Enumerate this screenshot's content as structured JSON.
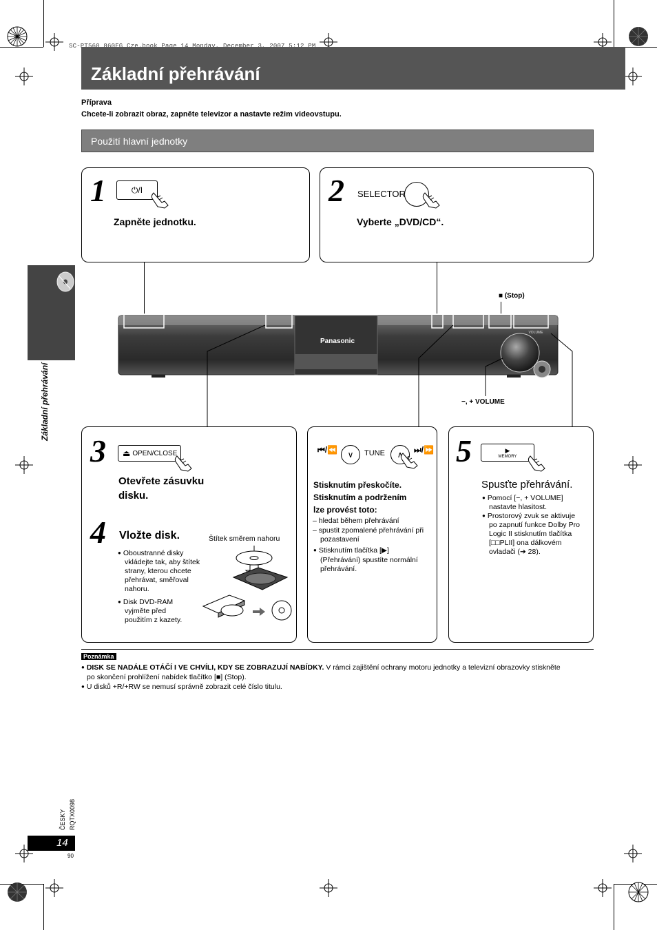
{
  "file_header": "SC-PT560_860EG_Cze.book  Page 14  Monday, December 3, 2007  5:12 PM",
  "title": "Základní přehrávání",
  "preparation": {
    "label": "Příprava",
    "text": "Chcete-li zobrazit obraz, zapněte televizor a nastavte režim videovstupu."
  },
  "section_title": "Použití hlavní jednotky",
  "side_label": "Základní přehrávání",
  "steps": {
    "s1": {
      "num": "1",
      "button": "⏻/I",
      "instruction": "Zapněte jednotku."
    },
    "s2": {
      "num": "2",
      "button": "SELECTOR",
      "instruction": "Vyberte „DVD/CD“."
    },
    "s3": {
      "num": "3",
      "button": "OPEN/CLOSE",
      "instruction_line1": "Otevřete zásuvku",
      "instruction_line2": "disku."
    },
    "s4": {
      "num": "4",
      "instruction": "Vložte disk.",
      "label_side": "Štítek směrem nahoru",
      "bullet1": [
        "Oboustranné disky",
        "vkládejte tak, aby štítek",
        "strany, kterou chcete",
        "přehrávat, směřoval",
        "nahoru."
      ],
      "bullet2": [
        "Disk DVD-RAM",
        "vyjměte před",
        "použitím z kazety."
      ]
    },
    "skip": {
      "prev": "⏮/⏪",
      "tune": "TUNE",
      "next": "⏭/⏩",
      "heading": [
        "Stisknutím přeskočíte.",
        "Stisknutím a podržením",
        "lze provést toto:"
      ],
      "items": [
        "– hledat během přehrávání",
        "– spustit zpomalené přehrávání při",
        "   pozastavení"
      ],
      "bullet": [
        "Stisknutím tlačítka [▶]",
        "(Přehrávání) spustíte normální",
        "přehrávání."
      ]
    },
    "s5": {
      "num": "5",
      "button_symbol": "▶",
      "button_label": "MEMORY",
      "instruction": "Spusťte přehrávání.",
      "bullet1": [
        "Pomocí [−, + VOLUME]",
        "nastavte hlasitost."
      ],
      "bullet2": [
        "Prostorový zvuk se aktivuje",
        "po zapnutí funkce Dolby Pro",
        "Logic II stisknutím tlačítka",
        "[□□PLII] ona dálkovém",
        "ovladači (➔ 28)."
      ]
    }
  },
  "device": {
    "brand": "Panasonic",
    "stop_label": "■ (Stop)",
    "volume_label": "−, + VOLUME",
    "volume_small": "VOLUME"
  },
  "note": {
    "label": "Poznámka",
    "line1_bold": "DISK SE NADÁLE OTÁČÍ I VE CHVÍLI, KDY SE ZOBRAZUJÍ NABÍDKY.",
    "line1_rest": " V rámci zajištění ochrany motoru jednotky a televizní obrazovky stiskněte",
    "line2": "po skončení prohlížení nabídek tlačítko [■] (Stop).",
    "line3": "U disků +R/+RW se nemusí správně zobrazit celé číslo titulu."
  },
  "page_number": "14",
  "footer_lang": "ČESKY",
  "footer_code": "RQTX0098",
  "footer_num": "90"
}
